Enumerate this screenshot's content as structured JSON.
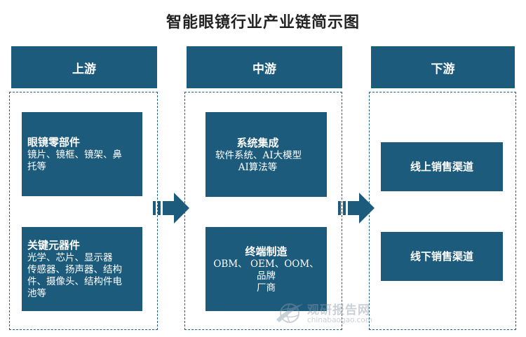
{
  "title": "智能眼镜行业产业链简示图",
  "colors": {
    "primary": "#1d5b7d",
    "frame": "#1f5f85",
    "arrow": "#1d5b7d"
  },
  "columns": [
    {
      "header": "上游",
      "cards": [
        {
          "title": "眼镜零部件",
          "body_lines": [
            "镜片、镜框、镜架、鼻",
            "托等"
          ]
        },
        {
          "title": "关键元器件",
          "body_lines": [
            "光学、芯片、显示器",
            "传感器、扬声器、结构",
            "件、摄像头、结构件电",
            "池等"
          ]
        }
      ]
    },
    {
      "header": "中游",
      "cards": [
        {
          "title": "系统集成",
          "body_lines": [
            "软件系统、AI大模型",
            "AI算法等"
          ]
        },
        {
          "title": "终端制造",
          "body_lines": [
            "OBM、 OEM、OOM、品牌",
            "厂商"
          ]
        }
      ]
    },
    {
      "header": "下游",
      "cards": [
        {
          "title": "线上销售渠道"
        },
        {
          "title": "线下销售渠道"
        }
      ]
    }
  ],
  "watermark": {
    "name": "观研报告网",
    "url": "chinabaogao.com",
    "icon": "globe-swoosh-logo-icon"
  }
}
